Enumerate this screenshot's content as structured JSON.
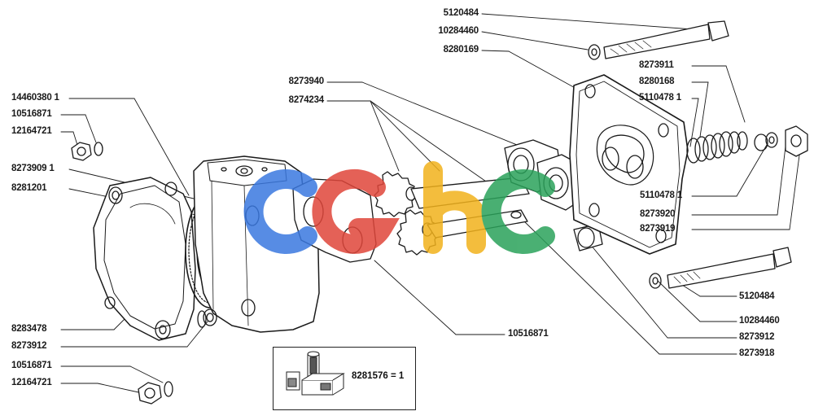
{
  "labels": {
    "l_5120484_top": "5120484",
    "l_10284460_top": "10284460",
    "l_8280169": "8280169",
    "l_8273911": "8273911",
    "l_8280168": "8280168",
    "l_5110478_a": "5110478  1",
    "l_5110478_b": "5110478  1",
    "l_8273920": "8273920",
    "l_8273919": "8273919",
    "l_5120484_bot": "5120484",
    "l_10284460_bot": "10284460",
    "l_8273912_r": "8273912",
    "l_8273918": "8273918",
    "l_8273940": "8273940",
    "l_8274234": "8274234",
    "l_14460380": "14460380  1",
    "l_10516871_a": "10516871",
    "l_12164721_a": "12164721",
    "l_8273909": "8273909  1",
    "l_8281201": "8281201",
    "l_8283478": "8283478",
    "l_8273912_l": "8273912",
    "l_10516871_b": "10516871",
    "l_12164721_b": "12164721",
    "l_10516871_c": "10516871"
  },
  "kit": {
    "part": "8281576 = 1"
  },
  "watermark": {
    "colors": [
      "#3a78e0",
      "#e0463a",
      "#f2b21c",
      "#2aa25a"
    ]
  }
}
